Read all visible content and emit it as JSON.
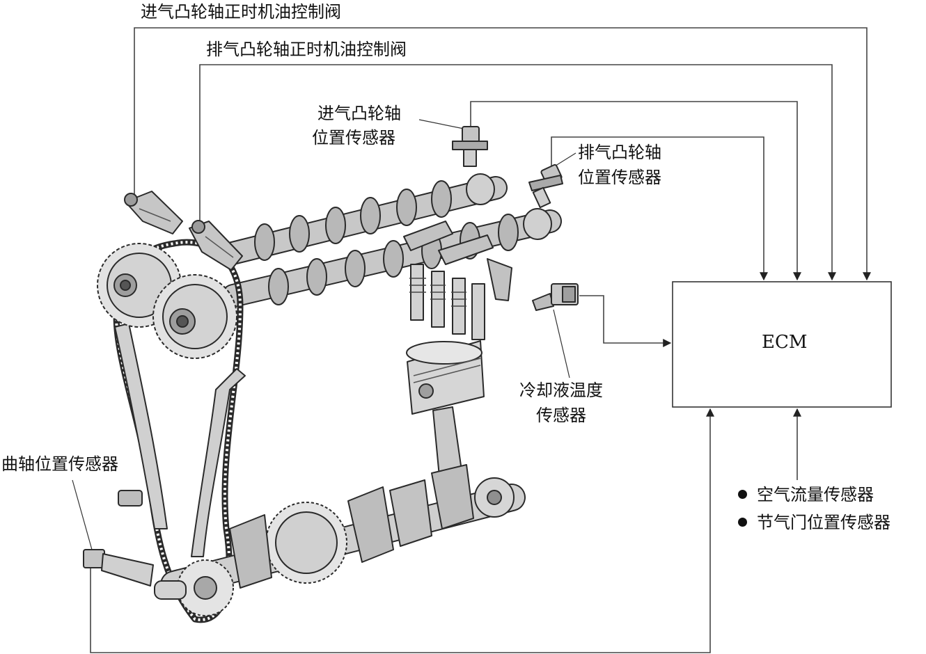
{
  "labels": {
    "intake_ocv": "进气凸轮轴正时机油控制阀",
    "exhaust_ocv": "排气凸轮轴正时机油控制阀",
    "intake_cam_sensor": [
      "进气凸轮轴",
      "位置传感器"
    ],
    "exhaust_cam_sensor": [
      "排气凸轮轴",
      "位置传感器"
    ],
    "coolant_sensor": [
      "冷却液温度",
      "传感器"
    ],
    "crank_sensor": "曲轴位置传感器",
    "ecm": "ECM",
    "other_inputs": [
      "空气流量传感器",
      "节气门位置传感器"
    ]
  },
  "colors": {
    "line": "#333333",
    "drawing": "#2a2a2a",
    "part_fill": "#bdbdbd"
  }
}
